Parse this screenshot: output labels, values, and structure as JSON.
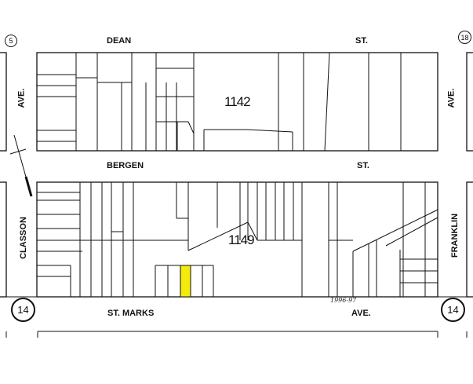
{
  "streets": {
    "dean_1": "DEAN",
    "dean_2": "ST.",
    "bergen_1": "BERGEN",
    "bergen_2": "ST.",
    "stmarks_1": "ST. MARKS",
    "stmarks_2": "AVE.",
    "classon": "CLASSON",
    "classon_ave": "AVE.",
    "franklin": "FRANKLIN",
    "franklin_ave": "AVE."
  },
  "blocks": {
    "north": "1142",
    "south": "1149"
  },
  "map_sheets": {
    "top_left": "5",
    "top_right": "18",
    "bottom_left": "14",
    "bottom_right": "14"
  },
  "annotations": {
    "year_note": "1996-97"
  },
  "colors": {
    "highlight_lot": "#f4ea0c",
    "lines": "#111111"
  }
}
